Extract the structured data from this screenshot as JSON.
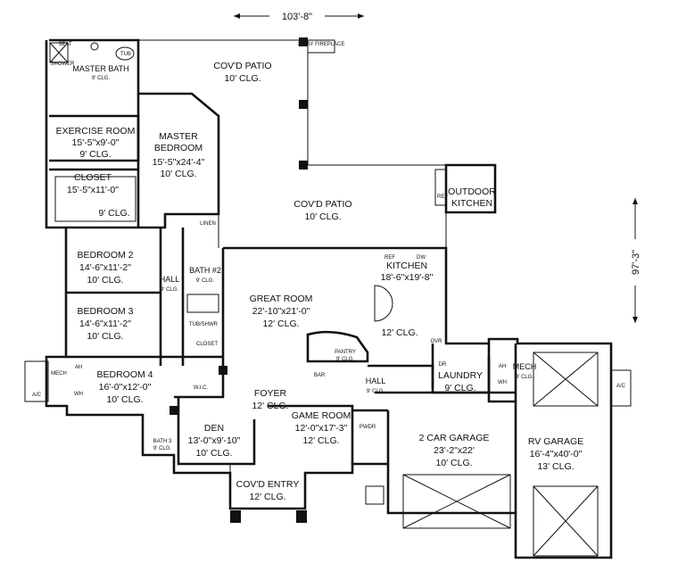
{
  "dimensions": {
    "width": "103'-8\"",
    "depth": "97'-3\""
  },
  "rooms": {
    "seat": "SEAT",
    "shower": "SHOWER",
    "tub": "TUB",
    "master_bath": {
      "name": "MASTER BATH",
      "clg": "9' CLG."
    },
    "covd_patio_top": {
      "name": "COV'D PATIO",
      "clg": "10' CLG."
    },
    "fireplace": "2 WAY FIREPLACE",
    "exercise_room": {
      "name": "EXERCISE ROOM",
      "size": "15'-5\"x9'-0\"",
      "clg": "9' CLG."
    },
    "master_bedroom": {
      "name1": "MASTER",
      "name2": "BEDROOM",
      "size": "15'-5\"x24'-4\"",
      "clg": "10' CLG."
    },
    "closet_master": {
      "name": "CLOSET",
      "size": "15'-5\"x11'-0\"",
      "clg": "9' CLG."
    },
    "covd_patio_mid": {
      "name": "COV'D PATIO",
      "clg": "10' CLG."
    },
    "outdoor_kitchen": {
      "name1": "OUTDOOR",
      "name2": "KITCHEN"
    },
    "linen": "LINEN",
    "bedroom2": {
      "name": "BEDROOM 2",
      "size": "14'-6\"x11'-2\"",
      "clg": "10' CLG."
    },
    "bath2": {
      "name": "BATH #2",
      "clg": "9' CLG."
    },
    "hall_left": {
      "name": "HALL",
      "clg": "9' CLG."
    },
    "kitchen": {
      "name": "KITCHEN",
      "size": "18'-6\"x19'-8\"",
      "clg": "12' CLG."
    },
    "great_room": {
      "name": "GREAT ROOM",
      "size": "22'-10\"x21'-0\"",
      "clg": "12' CLG."
    },
    "bedroom3": {
      "name": "BEDROOM 3",
      "size": "14'-6\"x11'-2\"",
      "clg": "10' CLG."
    },
    "tub_shwr": "TUB/SHWR",
    "closet_small": "CLOSET",
    "pantry": {
      "name": "PANTRY",
      "clg": "9' CLG."
    },
    "laundry": {
      "name": "LAUNDRY",
      "clg": "9' CLG."
    },
    "mech": {
      "name": "MECH",
      "clg": "9' CLG."
    },
    "bedroom4": {
      "name": "BEDROOM 4",
      "size": "16'-0\"x12'-0\"",
      "clg": "10' CLG."
    },
    "wic": "W.I.C.",
    "bar": "BAR",
    "hall_right": {
      "name": "HALL",
      "clg": "9' CLG."
    },
    "foyer": {
      "name": "FOYER",
      "clg": "12' CLG."
    },
    "game_room": {
      "name": "GAME ROOM",
      "size": "12'-0\"x17'-3\"",
      "clg": "12' CLG."
    },
    "den": {
      "name": "DEN",
      "size": "13'-0\"x9'-10\"",
      "clg": "10' CLG."
    },
    "pwdr": "PWDR",
    "two_car_garage": {
      "name": "2 CAR GARAGE",
      "size": "23'-2\"x22'",
      "clg": "10' CLG."
    },
    "rv_garage": {
      "name": "RV GARAGE",
      "size": "16'-4\"x40'-0\"",
      "clg": "13' CLG."
    },
    "bath3": {
      "name": "BATH 3",
      "clg": "9' CLG."
    },
    "covd_entry": {
      "name": "COV'D ENTRY",
      "clg": "12' CLG."
    }
  },
  "fixtures": {
    "ac": "A/C",
    "ah": "AH",
    "wh": "WH",
    "mech": "MECH",
    "ref": "REF",
    "dw": "DW",
    "ovr": "OVR",
    "dr": "DR"
  }
}
